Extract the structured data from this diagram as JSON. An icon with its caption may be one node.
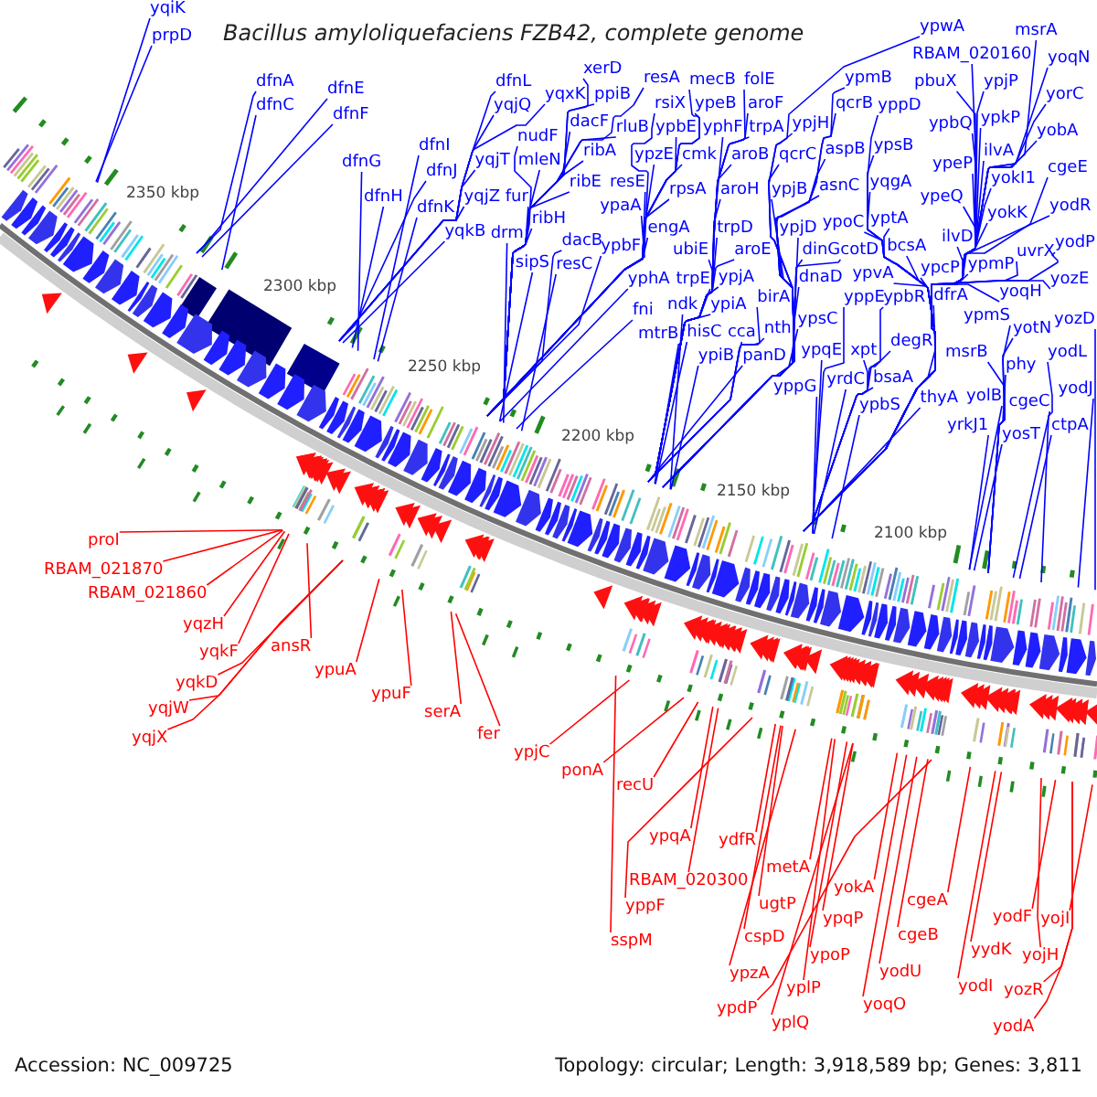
{
  "diagram": {
    "title": "Bacillus amyloliquefaciens FZB42, complete genome",
    "nodes": [
      {
        "text": [
          "yqiK"
        ]
      },
      {
        "text": [
          "ypwA"
        ]
      },
      {
        "text": [
          "msrA"
        ]
      },
      {
        "text": [
          "prpD"
        ]
      },
      {
        "text": [
          "RBAM_020160"
        ]
      },
      {
        "text": [
          "yoqN"
        ]
      },
      {
        "text": [
          "xerD"
        ]
      },
      {
        "text": [
          "resA"
        ]
      },
      {
        "text": [
          "ypmB"
        ]
      },
      {
        "text": [
          "mecB"
        ]
      },
      {
        "text": [
          "folE"
        ]
      },
      {
        "text": [
          "dfnA"
        ]
      },
      {
        "text": [
          "dfnL"
        ]
      },
      {
        "text": [
          "pbuX"
        ]
      },
      {
        "text": [
          "ypjP"
        ]
      },
      {
        "text": [
          "dfnE"
        ]
      },
      {
        "text": [
          "yqxK"
        ]
      },
      {
        "text": [
          "ppiB"
        ]
      },
      {
        "text": [
          "yorC"
        ]
      },
      {
        "text": [
          "rsiX"
        ]
      },
      {
        "text": [
          "ypeB"
        ]
      },
      {
        "text": [
          "aroF"
        ]
      },
      {
        "text": [
          "qcrB"
        ]
      },
      {
        "text": [
          "dfnC"
        ]
      },
      {
        "text": [
          "yqjQ"
        ]
      },
      {
        "text": [
          "yppD"
        ]
      },
      {
        "text": [
          "dfnF"
        ]
      },
      {
        "text": [
          "ypkP"
        ]
      },
      {
        "text": [
          "dacF"
        ]
      },
      {
        "text": [
          "ypjH"
        ]
      },
      {
        "text": [
          "ypbQ"
        ]
      },
      {
        "text": [
          "rluB"
        ]
      },
      {
        "text": [
          "ypbE"
        ]
      },
      {
        "text": [
          "yphF"
        ]
      },
      {
        "text": [
          "trpA"
        ]
      },
      {
        "text": [
          "yobA"
        ]
      },
      {
        "text": [
          "nudF"
        ]
      },
      {
        "text": [
          "dfnI"
        ]
      },
      {
        "text": [
          "ypsB"
        ]
      },
      {
        "text": [
          "aspB"
        ]
      },
      {
        "text": [
          "ribA"
        ]
      },
      {
        "text": [
          "ilvA"
        ]
      },
      {
        "text": [
          "ypzE"
        ]
      },
      {
        "text": [
          "cmk"
        ]
      },
      {
        "text": [
          "aroB"
        ]
      },
      {
        "text": [
          "qcrC"
        ]
      },
      {
        "text": [
          "yqjT"
        ]
      },
      {
        "text": [
          "mleN"
        ]
      },
      {
        "text": [
          "dfnG"
        ]
      },
      {
        "text": [
          "ypeP"
        ]
      },
      {
        "text": [
          "cgeE"
        ]
      },
      {
        "text": [
          "dfnJ"
        ]
      },
      {
        "text": [
          "yokI1"
        ]
      },
      {
        "text": [
          "ribE"
        ]
      },
      {
        "text": [
          "resE"
        ]
      },
      {
        "text": [
          "yqgA"
        ]
      },
      {
        "text": [
          "asnC"
        ]
      },
      {
        "text": [
          "rpsA"
        ]
      },
      {
        "text": [
          "aroH"
        ]
      },
      {
        "text": [
          "ypjB"
        ]
      },
      {
        "text": [
          "dfnH"
        ]
      },
      {
        "text": [
          "yqjZ"
        ]
      },
      {
        "text": [
          "fur"
        ]
      },
      {
        "text": [
          "ypeQ"
        ]
      },
      {
        "text": [
          "ypaA"
        ]
      },
      {
        "text": [
          "yodR"
        ]
      },
      {
        "text": [
          "dfnK"
        ]
      },
      {
        "text": [
          "yokK"
        ]
      },
      {
        "text": [
          "ribH"
        ]
      },
      {
        "text": [
          "yptA"
        ]
      },
      {
        "text": [
          "ypoC"
        ]
      },
      {
        "text": [
          "engA"
        ]
      },
      {
        "text": [
          "trpD"
        ]
      },
      {
        "text": [
          "ypjD"
        ]
      },
      {
        "text": [
          "yqkB"
        ]
      },
      {
        "text": [
          "drm"
        ]
      },
      {
        "text": [
          "ilvD"
        ]
      },
      {
        "text": [
          "dacB"
        ]
      },
      {
        "text": [
          "yodP"
        ]
      },
      {
        "text": [
          "ypbF"
        ]
      },
      {
        "text": [
          "bcsA"
        ]
      },
      {
        "text": [
          "ubiE"
        ]
      },
      {
        "text": [
          "aroE"
        ]
      },
      {
        "text": [
          "dinG"
        ]
      },
      {
        "text": [
          "cotD"
        ]
      },
      {
        "text": [
          "uvrX"
        ]
      },
      {
        "text": [
          "ypmP"
        ]
      },
      {
        "text": [
          "sipS"
        ]
      },
      {
        "text": [
          "resC"
        ]
      },
      {
        "text": [
          "ypcP"
        ]
      },
      {
        "text": [
          "ypvA"
        ]
      },
      {
        "text": [
          "dnaD"
        ]
      },
      {
        "text": [
          "ypjA"
        ]
      },
      {
        "text": [
          "yphA"
        ]
      },
      {
        "text": [
          "trpE"
        ]
      },
      {
        "text": [
          "yozE"
        ]
      },
      {
        "text": [
          "yoqH"
        ]
      },
      {
        "text": [
          "dfrA"
        ]
      },
      {
        "text": [
          "birA"
        ]
      },
      {
        "text": [
          "yppE"
        ]
      },
      {
        "text": [
          "ypbR"
        ]
      },
      {
        "text": [
          "ndk"
        ]
      },
      {
        "text": [
          "ypiA"
        ]
      },
      {
        "text": [
          "fni"
        ]
      },
      {
        "text": [
          "ypmS"
        ]
      },
      {
        "text": [
          "ypsC"
        ]
      },
      {
        "text": [
          "yozD"
        ]
      },
      {
        "text": [
          "nth"
        ]
      },
      {
        "text": [
          "yotN"
        ]
      },
      {
        "text": [
          "hisC"
        ]
      },
      {
        "text": [
          "cca"
        ]
      },
      {
        "text": [
          "mtrB"
        ]
      },
      {
        "text": [
          "degR"
        ]
      },
      {
        "text": [
          "ypqE"
        ]
      },
      {
        "text": [
          "xpt"
        ]
      },
      {
        "text": [
          "msrB"
        ]
      },
      {
        "text": [
          "yodL"
        ]
      },
      {
        "text": [
          "ypiB"
        ]
      },
      {
        "text": [
          "panD"
        ]
      },
      {
        "text": [
          "phy"
        ]
      },
      {
        "text": [
          "bsaA"
        ]
      },
      {
        "text": [
          "yrdC"
        ]
      },
      {
        "text": [
          "yppG"
        ]
      },
      {
        "text": [
          "yodJ"
        ]
      },
      {
        "text": [
          "yolB"
        ]
      },
      {
        "text": [
          "thyA"
        ]
      },
      {
        "text": [
          "cgeC"
        ]
      },
      {
        "text": [
          "ypbS"
        ]
      },
      {
        "text": [
          "yrkJ1"
        ]
      },
      {
        "text": [
          "ctpA"
        ]
      },
      {
        "text": [
          "yosT"
        ]
      },
      {
        "text": [
          "proI"
        ]
      },
      {
        "text": [
          "RBAM_021870"
        ]
      },
      {
        "text": [
          "RBAM_021860"
        ]
      },
      {
        "text": [
          "yqzH"
        ]
      },
      {
        "text": [
          "ansR"
        ]
      },
      {
        "text": [
          "yqkF"
        ]
      },
      {
        "text": [
          "ypuA"
        ]
      },
      {
        "text": [
          "yqkD"
        ]
      },
      {
        "text": [
          "ypuF"
        ]
      },
      {
        "text": [
          "yqjW"
        ]
      },
      {
        "text": [
          "serA"
        ]
      },
      {
        "text": [
          "fer"
        ]
      },
      {
        "text": [
          "yqjX"
        ]
      },
      {
        "text": [
          "ypjC"
        ]
      },
      {
        "text": [
          "ponA"
        ]
      },
      {
        "text": [
          "recU"
        ]
      },
      {
        "text": [
          "ypqA"
        ]
      },
      {
        "text": [
          "ydfR"
        ]
      },
      {
        "text": [
          "metA"
        ]
      },
      {
        "text": [
          "RBAM_020300"
        ]
      },
      {
        "text": [
          "yokA"
        ]
      },
      {
        "text": [
          "cgeA"
        ]
      },
      {
        "text": [
          "ugtP"
        ]
      },
      {
        "text": [
          "yppF"
        ]
      },
      {
        "text": [
          "yodF"
        ]
      },
      {
        "text": [
          "ypqP"
        ]
      },
      {
        "text": [
          "yojI"
        ]
      },
      {
        "text": [
          "cgeB"
        ]
      },
      {
        "text": [
          "cspD"
        ]
      },
      {
        "text": [
          "sspM"
        ]
      },
      {
        "text": [
          "yydK"
        ]
      },
      {
        "text": [
          "ypoP"
        ]
      },
      {
        "text": [
          "yojH"
        ]
      },
      {
        "text": [
          "yodU"
        ]
      },
      {
        "text": [
          "ypzA"
        ]
      },
      {
        "text": [
          "yodI"
        ]
      },
      {
        "text": [
          "yplP"
        ]
      },
      {
        "text": [
          "yozR"
        ]
      },
      {
        "text": [
          "yoqO"
        ]
      },
      {
        "text": [
          "ypdP"
        ]
      },
      {
        "text": [
          "yplQ"
        ]
      },
      {
        "text": [
          "yodA"
        ]
      }
    ],
    "edges": [
      {
        "from": 0,
        "to": null,
        "arrow": "none"
      },
      {
        "from": 1,
        "to": null,
        "arrow": "none"
      },
      {
        "from": 2,
        "to": null,
        "arrow": "none"
      },
      {
        "from": 3,
        "to": null,
        "arrow": "none"
      },
      {
        "from": 4,
        "to": null,
        "arrow": "none"
      },
      {
        "from": 5,
        "to": null,
        "arrow": "none"
      },
      {
        "from": 6,
        "to": null,
        "arrow": "none"
      },
      {
        "from": 7,
        "to": null,
        "arrow": "none"
      },
      {
        "from": 8,
        "to": null,
        "arrow": "none"
      },
      {
        "from": 9,
        "to": null,
        "arrow": "none"
      },
      {
        "from": 10,
        "to": null,
        "arrow": "none"
      },
      {
        "from": 11,
        "to": null,
        "arrow": "none"
      },
      {
        "from": 12,
        "to": null,
        "arrow": "none"
      },
      {
        "from": 13,
        "to": null,
        "arrow": "none"
      },
      {
        "from": 14,
        "to": null,
        "arrow": "none"
      },
      {
        "from": 15,
        "to": null,
        "arrow": "none"
      },
      {
        "from": 16,
        "to": null,
        "arrow": "none"
      },
      {
        "from": 17,
        "to": null,
        "arrow": "none"
      },
      {
        "from": 18,
        "to": null,
        "arrow": "none"
      },
      {
        "from": 19,
        "to": null,
        "arrow": "none"
      },
      {
        "from": 20,
        "to": null,
        "arrow": "none"
      },
      {
        "from": 21,
        "to": null,
        "arrow": "none"
      },
      {
        "from": 22,
        "to": null,
        "arrow": "none"
      },
      {
        "from": 23,
        "to": null,
        "arrow": "none"
      },
      {
        "from": 24,
        "to": null,
        "arrow": "none"
      },
      {
        "from": 25,
        "to": null,
        "arrow": "none"
      },
      {
        "from": 26,
        "to": null,
        "arrow": "none"
      },
      {
        "from": 27,
        "to": null,
        "arrow": "none"
      },
      {
        "from": 28,
        "to": null,
        "arrow": "none"
      },
      {
        "from": 29,
        "to": null,
        "arrow": "none"
      },
      {
        "from": 30,
        "to": null,
        "arrow": "none"
      },
      {
        "from": 31,
        "to": null,
        "arrow": "none"
      },
      {
        "from": 32,
        "to": null,
        "arrow": "none"
      },
      {
        "from": 33,
        "to": null,
        "arrow": "none"
      },
      {
        "from": 34,
        "to": null,
        "arrow": "none"
      },
      {
        "from": 35,
        "to": null,
        "arrow": "none"
      },
      {
        "from": 36,
        "to": null,
        "arrow": "none"
      },
      {
        "from": 37,
        "to": null,
        "arrow": "none"
      },
      {
        "from": 38,
        "to": null,
        "arrow": "none"
      },
      {
        "from": 39,
        "to": null,
        "arrow": "none"
      },
      {
        "from": 40,
        "to": null,
        "arrow": "none"
      },
      {
        "from": 41,
        "to": null,
        "arrow": "none"
      },
      {
        "from": 42,
        "to": null,
        "arrow": "none"
      },
      {
        "from": 43,
        "to": null,
        "arrow": "none"
      },
      {
        "from": 44,
        "to": null,
        "arrow": "none"
      },
      {
        "from": 45,
        "to": null,
        "arrow": "none"
      },
      {
        "from": 46,
        "to": null,
        "arrow": "none"
      },
      {
        "from": 47,
        "to": null,
        "arrow": "none"
      },
      {
        "from": 48,
        "to": null,
        "arrow": "none"
      },
      {
        "from": 49,
        "to": null,
        "arrow": "none"
      },
      {
        "from": 50,
        "to": null,
        "arrow": "none"
      },
      {
        "from": 51,
        "to": null,
        "arrow": "none"
      },
      {
        "from": 52,
        "to": null,
        "arrow": "none"
      },
      {
        "from": 53,
        "to": null,
        "arrow": "none"
      },
      {
        "from": 54,
        "to": null,
        "arrow": "none"
      },
      {
        "from": 55,
        "to": null,
        "arrow": "none"
      },
      {
        "from": 56,
        "to": null,
        "arrow": "none"
      },
      {
        "from": 57,
        "to": null,
        "arrow": "none"
      },
      {
        "from": 58,
        "to": null,
        "arrow": "none"
      },
      {
        "from": 59,
        "to": null,
        "arrow": "none"
      },
      {
        "from": 60,
        "to": null,
        "arrow": "none"
      },
      {
        "from": 61,
        "to": null,
        "arrow": "none"
      },
      {
        "from": 62,
        "to": null,
        "arrow": "none"
      },
      {
        "from": 63,
        "to": null,
        "arrow": "none"
      },
      {
        "from": 64,
        "to": null,
        "arrow": "none"
      },
      {
        "from": 65,
        "to": null,
        "arrow": "none"
      },
      {
        "from": 66,
        "to": null,
        "arrow": "none"
      },
      {
        "from": 67,
        "to": null,
        "arrow": "none"
      },
      {
        "from": 68,
        "to": null,
        "arrow": "none"
      },
      {
        "from": 69,
        "to": null,
        "arrow": "none"
      },
      {
        "from": 70,
        "to": null,
        "arrow": "none"
      },
      {
        "from": 71,
        "to": null,
        "arrow": "none"
      },
      {
        "from": 72,
        "to": null,
        "arrow": "none"
      },
      {
        "from": 73,
        "to": null,
        "arrow": "none"
      },
      {
        "from": 74,
        "to": null,
        "arrow": "none"
      },
      {
        "from": 75,
        "to": null,
        "arrow": "none"
      },
      {
        "from": 76,
        "to": null,
        "arrow": "none"
      },
      {
        "from": 77,
        "to": null,
        "arrow": "none"
      },
      {
        "from": 78,
        "to": null,
        "arrow": "none"
      },
      {
        "from": 79,
        "to": null,
        "arrow": "none"
      },
      {
        "from": 80,
        "to": null,
        "arrow": "none"
      },
      {
        "from": 81,
        "to": null,
        "arrow": "none"
      },
      {
        "from": 82,
        "to": null,
        "arrow": "none"
      },
      {
        "from": 83,
        "to": null,
        "arrow": "none"
      },
      {
        "from": 84,
        "to": null,
        "arrow": "none"
      },
      {
        "from": 85,
        "to": null,
        "arrow": "none"
      },
      {
        "from": 86,
        "to": null,
        "arrow": "none"
      },
      {
        "from": 87,
        "to": null,
        "arrow": "none"
      },
      {
        "from": 88,
        "to": null,
        "arrow": "none"
      },
      {
        "from": 89,
        "to": null,
        "arrow": "none"
      },
      {
        "from": 90,
        "to": null,
        "arrow": "none"
      },
      {
        "from": 91,
        "to": null,
        "arrow": "none"
      },
      {
        "from": 92,
        "to": null,
        "arrow": "none"
      },
      {
        "from": 93,
        "to": null,
        "arrow": "none"
      },
      {
        "from": 94,
        "to": null,
        "arrow": "none"
      },
      {
        "from": 95,
        "to": null,
        "arrow": "none"
      },
      {
        "from": 96,
        "to": null,
        "arrow": "none"
      },
      {
        "from": 97,
        "to": null,
        "arrow": "none"
      },
      {
        "from": 98,
        "to": null,
        "arrow": "none"
      },
      {
        "from": 99,
        "to": null,
        "arrow": "none"
      },
      {
        "from": 100,
        "to": null,
        "arrow": "none"
      },
      {
        "from": 101,
        "to": null,
        "arrow": "none"
      },
      {
        "from": 102,
        "to": null,
        "arrow": "none"
      },
      {
        "from": 103,
        "to": null,
        "arrow": "none"
      },
      {
        "from": 104,
        "to": null,
        "arrow": "none"
      },
      {
        "from": 105,
        "to": null,
        "arrow": "none"
      },
      {
        "from": 106,
        "to": null,
        "arrow": "none"
      },
      {
        "from": 107,
        "to": null,
        "arrow": "none"
      },
      {
        "from": 108,
        "to": null,
        "arrow": "none"
      },
      {
        "from": 109,
        "to": null,
        "arrow": "none"
      },
      {
        "from": 110,
        "to": null,
        "arrow": "none"
      },
      {
        "from": 111,
        "to": null,
        "arrow": "none"
      },
      {
        "from": 112,
        "to": null,
        "arrow": "none"
      },
      {
        "from": 113,
        "to": null,
        "arrow": "none"
      },
      {
        "from": 114,
        "to": null,
        "arrow": "none"
      },
      {
        "from": 115,
        "to": null,
        "arrow": "none"
      },
      {
        "from": 116,
        "to": null,
        "arrow": "none"
      },
      {
        "from": 117,
        "to": null,
        "arrow": "none"
      },
      {
        "from": 118,
        "to": null,
        "arrow": "none"
      },
      {
        "from": 119,
        "to": null,
        "arrow": "none"
      },
      {
        "from": 120,
        "to": null,
        "arrow": "none"
      },
      {
        "from": 121,
        "to": null,
        "arrow": "none"
      },
      {
        "from": 122,
        "to": null,
        "arrow": "none"
      },
      {
        "from": 123,
        "to": null,
        "arrow": "none"
      },
      {
        "from": 124,
        "to": null,
        "arrow": "none"
      },
      {
        "from": 125,
        "to": null,
        "arrow": "none"
      },
      {
        "from": 126,
        "to": null,
        "arrow": "none"
      },
      {
        "from": 127,
        "to": null,
        "arrow": "none"
      },
      {
        "from": 128,
        "to": null,
        "arrow": "none"
      },
      {
        "from": 129,
        "to": null,
        "arrow": "none"
      },
      {
        "from": 130,
        "to": null,
        "arrow": "none"
      },
      {
        "from": 131,
        "to": null,
        "arrow": "none",
        "color": "#ff0000"
      },
      {
        "from": 132,
        "to": null,
        "arrow": "none",
        "color": "#ff0000"
      },
      {
        "from": 133,
        "to": null,
        "arrow": "none",
        "color": "#ff0000"
      },
      {
        "from": 134,
        "to": null,
        "arrow": "none",
        "color": "#ff0000"
      },
      {
        "from": 135,
        "to": null,
        "arrow": "none",
        "color": "#ff0000"
      },
      {
        "from": 136,
        "to": null,
        "arrow": "none",
        "color": "#ff0000"
      },
      {
        "from": 137,
        "to": null,
        "arrow": "none",
        "color": "#ff0000"
      },
      {
        "from": 138,
        "to": null,
        "arrow": "none",
        "color": "#ff0000"
      },
      {
        "from": 139,
        "to": null,
        "arrow": "none",
        "color": "#ff0000"
      },
      {
        "from": 140,
        "to": null,
        "arrow": "none",
        "color": "#ff0000"
      },
      {
        "from": 141,
        "to": null,
        "arrow": "none",
        "color": "#ff0000"
      },
      {
        "from": 142,
        "to": null,
        "arrow": "none",
        "color": "#ff0000"
      },
      {
        "from": 143,
        "to": null,
        "arrow": "none",
        "color": "#ff0000"
      },
      {
        "from": 144,
        "to": null,
        "arrow": "none",
        "color": "#ff0000"
      },
      {
        "from": 145,
        "to": null,
        "arrow": "none",
        "color": "#ff0000"
      },
      {
        "from": 146,
        "to": null,
        "arrow": "none",
        "color": "#ff0000"
      },
      {
        "from": 147,
        "to": null,
        "arrow": "none",
        "color": "#ff0000"
      },
      {
        "from": 148,
        "to": null,
        "arrow": "none",
        "color": "#ff0000"
      },
      {
        "from": 149,
        "to": null,
        "arrow": "none",
        "color": "#ff0000"
      },
      {
        "from": 150,
        "to": null,
        "arrow": "none",
        "color": "#ff0000"
      },
      {
        "from": 151,
        "to": null,
        "arrow": "none",
        "color": "#ff0000"
      },
      {
        "from": 152,
        "to": null,
        "arrow": "none",
        "color": "#ff0000"
      },
      {
        "from": 153,
        "to": null,
        "arrow": "none",
        "color": "#ff0000"
      },
      {
        "from": 154,
        "to": null,
        "arrow": "none",
        "color": "#ff0000"
      },
      {
        "from": 155,
        "to": null,
        "arrow": "none",
        "color": "#ff0000"
      },
      {
        "from": 156,
        "to": null,
        "arrow": "none",
        "color": "#ff0000"
      },
      {
        "from": 157,
        "to": null,
        "arrow": "none",
        "color": "#ff0000"
      },
      {
        "from": 158,
        "to": null,
        "arrow": "none",
        "color": "#ff0000"
      },
      {
        "from": 159,
        "to": null,
        "arrow": "none",
        "color": "#ff0000"
      },
      {
        "from": 160,
        "to": null,
        "arrow": "none",
        "color": "#ff0000"
      },
      {
        "from": 161,
        "to": null,
        "arrow": "none",
        "color": "#ff0000"
      },
      {
        "from": 162,
        "to": null,
        "arrow": "none",
        "color": "#ff0000"
      },
      {
        "from": 163,
        "to": null,
        "arrow": "none",
        "color": "#ff0000"
      },
      {
        "from": 164,
        "to": null,
        "arrow": "none",
        "color": "#ff0000"
      },
      {
        "from": 165,
        "to": null,
        "arrow": "none",
        "color": "#ff0000"
      },
      {
        "from": 166,
        "to": null,
        "arrow": "none",
        "color": "#ff0000"
      },
      {
        "from": 167,
        "to": null,
        "arrow": "none",
        "color": "#ff0000"
      },
      {
        "from": 168,
        "to": null,
        "arrow": "none",
        "color": "#ff0000"
      },
      {
        "from": 169,
        "to": null,
        "arrow": "none",
        "color": "#ff0000"
      },
      {
        "from": 170,
        "to": null,
        "arrow": "none",
        "color": "#ff0000"
      },
      {
        "from": 171,
        "to": null,
        "arrow": "none",
        "color": "#ff0000"
      },
      {
        "from": 172,
        "to": null,
        "arrow": "none",
        "color": "#ff0000"
      }
    ],
    "labels": [
      "2350 kbp",
      "2300 kbp",
      "2250 kbp",
      "2200 kbp",
      "2150 kbp",
      "2100 kbp",
      "Accession: NC_009725",
      "Topology: circular; Length: 3,918,589 bp; Genes: 3,811"
    ]
  }
}
